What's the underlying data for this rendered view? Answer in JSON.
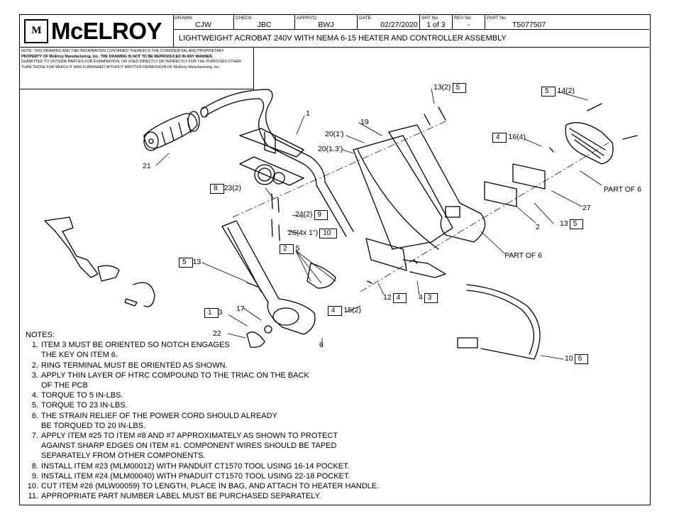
{
  "header": {
    "logo_mark": "M",
    "company": "McELROY",
    "drawn_label": "DRAWN:",
    "drawn": "CJW",
    "check_label": "CHECK:",
    "check": "JBC",
    "apprvd_label": "APPRV'D:",
    "apprvd": "BWJ",
    "date_label": "DATE:",
    "date": "02/27/2020",
    "sht_label": "SHT No:",
    "sht": "1 of 3",
    "rev_label": "REV No:",
    "rev": "-",
    "part_label": "PART No:",
    "part": "T5077507",
    "title": "LIGHTWEIGHT ACROBAT 240V WITH NEMA 6-15 HEATER AND CONTROLLER ASSEMBLY"
  },
  "disclaimer": {
    "line1": "NOTE: THIS DRAWING AND THE INFORMATION CONTAINED THEREIN IS THE CONFIDENTIAL AND PROPRIETARY",
    "line2": "PROPERTY OF McElroy Manufacturing, Inc. THE DRAWING IS NOT TO BE REPRODUCED IN ANY MANNER,",
    "line3": "SUBMITTED TO OUTSIDE PARTIES FOR EXAMINATION, OR USED DIRECTLY OR INDIRECTLY FOR THE PURPOSES OTHER",
    "line4": "THAN THOSE FOR WHICH IT WAS FURNISHED WITHOUT WRITTEN PERMISSION OF McElroy Manufacturing, Inc."
  },
  "callouts": {
    "c1": "1",
    "c19": "19",
    "c20a": "20(1')",
    "c20b": "20(1.3')",
    "c21": "21",
    "c13_2": "13(2)",
    "f5a": "5",
    "c14": "14(2)",
    "f5b": "5",
    "c16": "16(4)",
    "f4a": "4",
    "c23": "23(2)",
    "f8": "8",
    "c24": "24(2)",
    "f9": "9",
    "c26": "26(4x 1\")",
    "f10": "10",
    "c5": "5",
    "f2": "2",
    "c13": "13",
    "f5c": "5",
    "c17": "17",
    "c3": "3",
    "f1": "1",
    "c22": "22",
    "c6": "6",
    "c12": "12",
    "f4b": "4",
    "c4": "4",
    "f3": "3",
    "c15": "15(2)",
    "f4c": "4",
    "part6a": "PART OF 6",
    "part6b": "PART OF 6",
    "c27": "27",
    "c2": "2",
    "c13b": "13",
    "f5d": "5",
    "c10": "10",
    "f6": "6"
  },
  "notes": {
    "heading": "NOTES:",
    "items": [
      {
        "n": "1.",
        "t": "ITEM 3 MUST BE ORIENTED SO NOTCH ENGAGES"
      },
      {
        "n": "",
        "t": "THE KEY ON ITEM 6."
      },
      {
        "n": "2.",
        "t": "RING TERMINAL MUST BE ORIENTED AS SHOWN."
      },
      {
        "n": "3.",
        "t": "APPLY THIN LAYER OF HTRC COMPOUND TO THE TRIAC ON THE BACK"
      },
      {
        "n": "",
        "t": "OF THE PCB"
      },
      {
        "n": "4.",
        "t": "TORQUE TO 5 IN-LBS."
      },
      {
        "n": "5.",
        "t": "TORQUE TO 23 IN-LBS."
      },
      {
        "n": "6.",
        "t": "THE STRAIN RELIEF OF THE POWER CORD SHOULD ALREADY"
      },
      {
        "n": "",
        "t": "BE TORQUED TO 20 IN-LBS."
      },
      {
        "n": "7.",
        "t": "APPLY ITEM #25 TO ITEM #8 AND #7 APPROXIMATELY AS SHOWN TO PROTECT"
      },
      {
        "n": "",
        "t": "AGAINST SHARP EDGES ON ITEM #1. COMPONENT WIRES SHOULD BE TAPED"
      },
      {
        "n": "",
        "t": "SEPARATELY FROM OTHER COMPONENTS."
      },
      {
        "n": "8.",
        "t": "INSTALL ITEM #23 (MLM00012) WITH PANDUIT CT1570 TOOL USING 16-14 POCKET."
      },
      {
        "n": "9.",
        "t": "INSTALL ITEM #24 (MLM00040) WITH PNADUIT CT1570 TOOL USING 22-18 POCKET."
      },
      {
        "n": "10.",
        "t": "CUT ITEM #26 (MLW00059) TO LENGTH, PLACE IN BAG, AND ATTACH TO HEATER HANDLE."
      },
      {
        "n": "11.",
        "t": "APPROPRIATE PART NUMBER LABEL MUST BE PURCHASED SEPARATELY."
      }
    ]
  }
}
